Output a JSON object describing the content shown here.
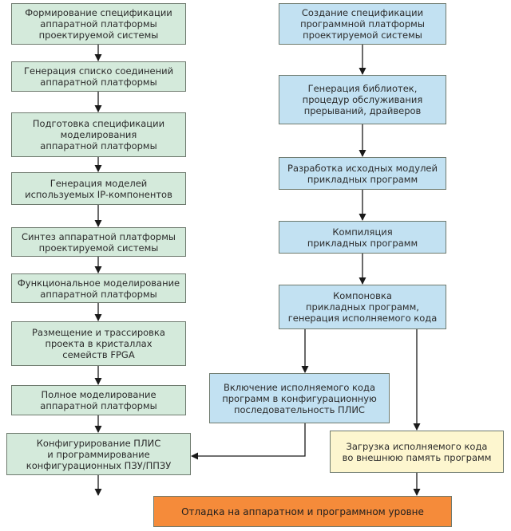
{
  "diagram": {
    "hardware_steps": [
      "Формирование спецификации\nаппаратной платформы\nпроектируемой системы",
      "Генерация списко соединений\nаппаратной платформы",
      "Подготовка спецификации\nмоделирования\nаппаратной платформы",
      "Генерация моделей\nиспользуемых IP-компонентов",
      "Синтез аппаратной платформы\nпроектируемой системы",
      "Функциональное моделирование\nаппаратной платформы",
      "Размещение и трассировка\nпроекта в кристаллах\nсемейств FPGA",
      "Полное моделирование\nаппаратной платформы",
      "Конфигурирование ПЛИС\nи программирование\nконфигурационных ПЗУ/ППЗУ"
    ],
    "software_steps": [
      "Создание спецификации\nпрограммной платформы\nпроектируемой системы",
      "Генерация библиотек,\nпроцедур обслуживания\nпрерываний, драйверов",
      "Разработка исходных модулей\nприкладных программ",
      "Компиляция\nприкладных программ",
      "Компоновка\nприкладных программ,\nгенерация исполняемого кода"
    ],
    "include_code": "Включение исполняемого кода\nпрограмм в конфигурационную\nпоследовательность ПЛИС",
    "load_code": "Загрузка исполняемого кода\nво внешнюю память программ",
    "debug": "Отладка на аппаратном и программном уровне",
    "colors": {
      "hardware": "#d4eadb",
      "software": "#c2e1f2",
      "load": "#fdf6cf",
      "debug": "#f58b3a",
      "arrow": "#1a1a1a"
    }
  }
}
